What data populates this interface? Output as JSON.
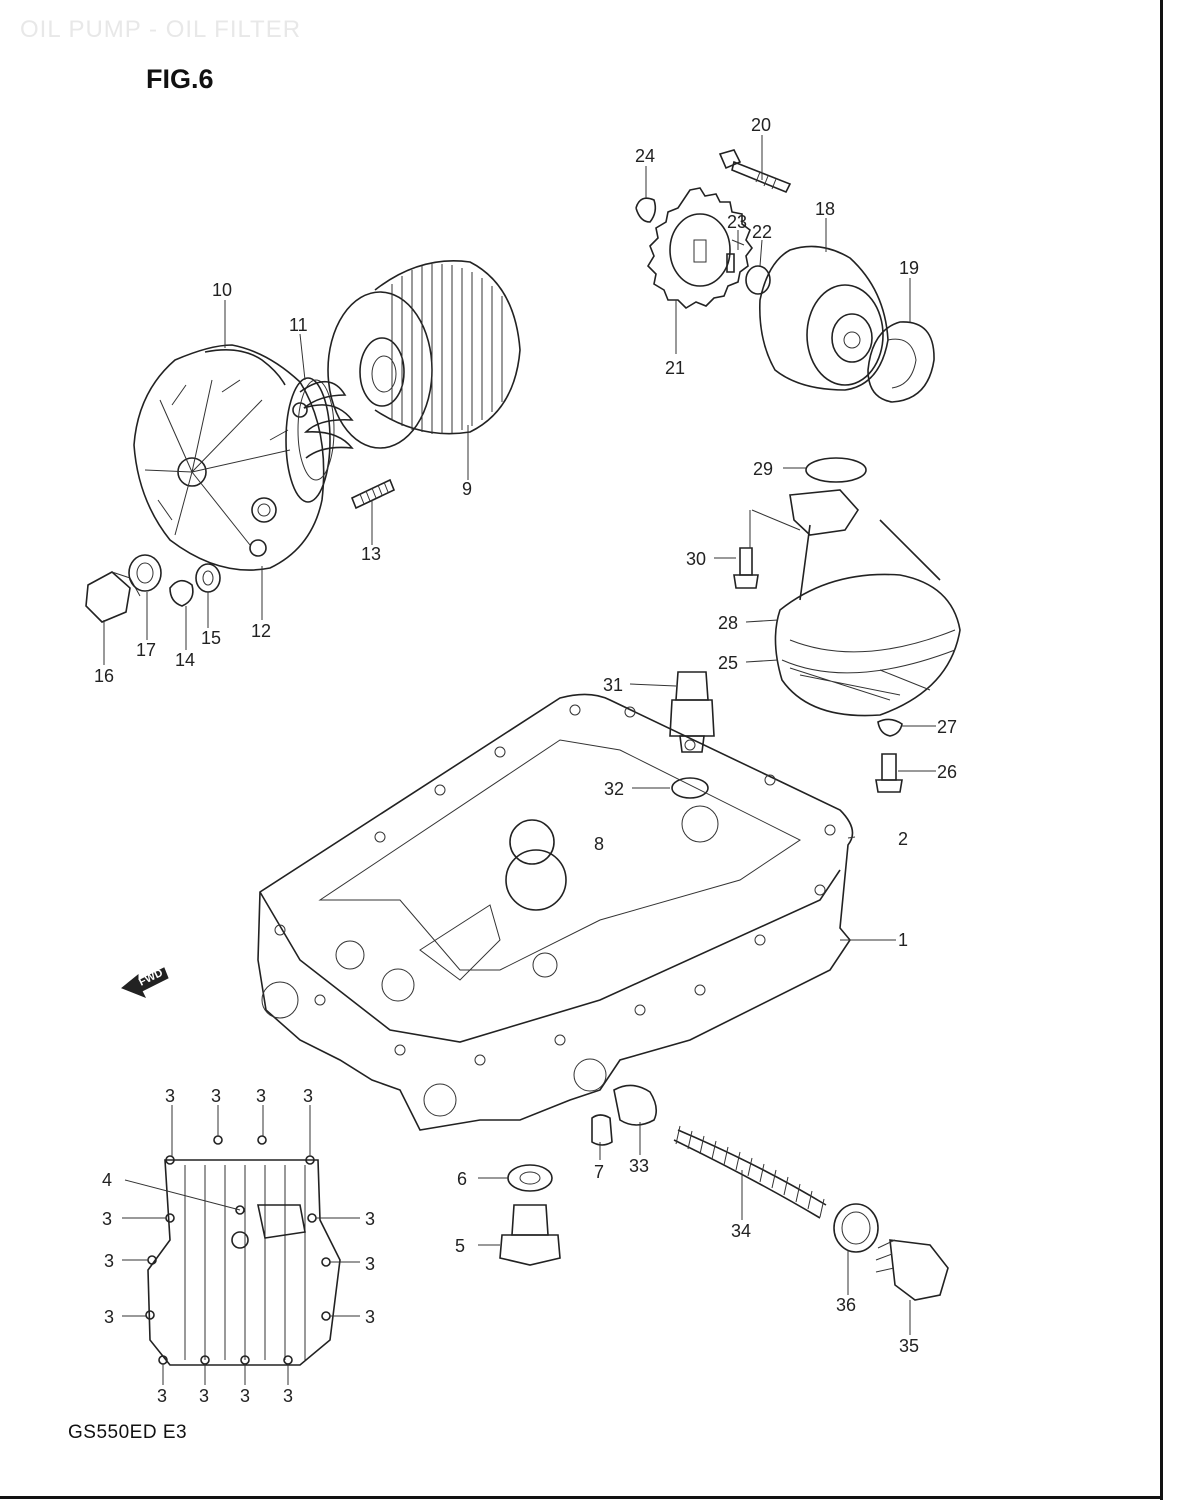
{
  "header": {
    "faint_title": "OIL PUMP - OIL FILTER",
    "figure": "FIG.6"
  },
  "footer": {
    "model": "GS550ED E3"
  },
  "arrow": {
    "text": "FWD"
  },
  "labels": {
    "l1": "1",
    "l2": "2",
    "l3a": "3",
    "l3b": "3",
    "l3c": "3",
    "l3d": "3",
    "l3e": "3",
    "l3f": "3",
    "l3g": "3",
    "l3h": "3",
    "l3i": "3",
    "l3j": "3",
    "l3k": "3",
    "l3l": "3",
    "l3m": "3",
    "l3n": "3",
    "l4": "4",
    "l5": "5",
    "l6": "6",
    "l7": "7",
    "l8": "8",
    "l9": "9",
    "l10": "10",
    "l11": "11",
    "l12": "12",
    "l13": "13",
    "l14": "14",
    "l15": "15",
    "l16": "16",
    "l17": "17",
    "l18": "18",
    "l19": "19",
    "l20": "20",
    "l21": "21",
    "l22": "22",
    "l23": "23",
    "l24": "24",
    "l25": "25",
    "l26": "26",
    "l27": "27",
    "l28": "28",
    "l29": "29",
    "l30": "30",
    "l31": "31",
    "l32": "32",
    "l33": "33",
    "l34": "34",
    "l35": "35",
    "l36": "36"
  }
}
